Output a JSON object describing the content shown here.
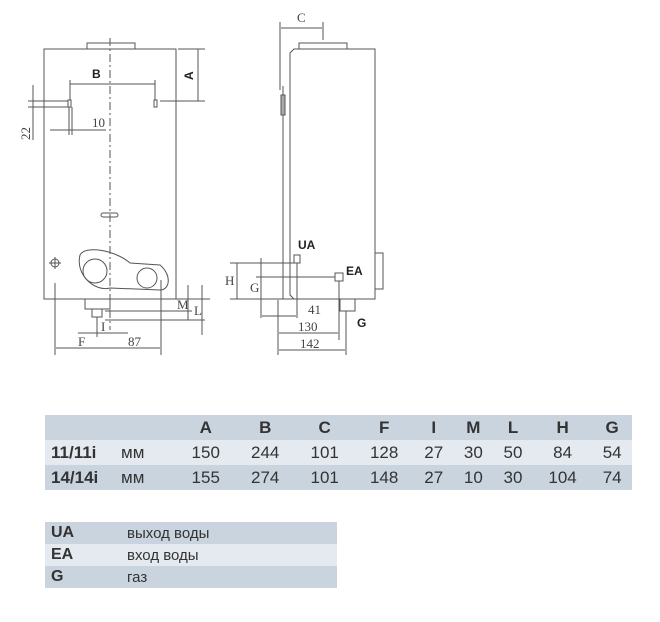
{
  "drawing": {
    "front_view": {
      "dim_A": "A",
      "dim_B": "B",
      "dim_22": "22",
      "dim_10": "10",
      "dim_F": "F",
      "dim_87": "87",
      "dim_I": "I",
      "dim_M": "M",
      "dim_L": "L"
    },
    "side_view": {
      "dim_C": "C",
      "dim_H": "H",
      "dim_G": "G",
      "dim_41": "41",
      "dim_130": "130",
      "dim_142": "142",
      "label_UA": "UA",
      "label_EA": "EA",
      "label_G": "G"
    }
  },
  "dimensions_table": {
    "headers": [
      "A",
      "B",
      "C",
      "F",
      "I",
      "M",
      "L",
      "H",
      "G"
    ],
    "rows": [
      {
        "model": "11/11i",
        "unit": "мм",
        "values": [
          "150",
          "244",
          "101",
          "128",
          "27",
          "30",
          "50",
          "84",
          "54"
        ]
      },
      {
        "model": "14/14i",
        "unit": "мм",
        "values": [
          "155",
          "274",
          "101",
          "148",
          "27",
          "10",
          "30",
          "104",
          "74"
        ]
      }
    ]
  },
  "legend": [
    {
      "code": "UA",
      "description": "выход воды"
    },
    {
      "code": "EA",
      "description": "вход воды"
    },
    {
      "code": "G",
      "description": "газ"
    }
  ]
}
